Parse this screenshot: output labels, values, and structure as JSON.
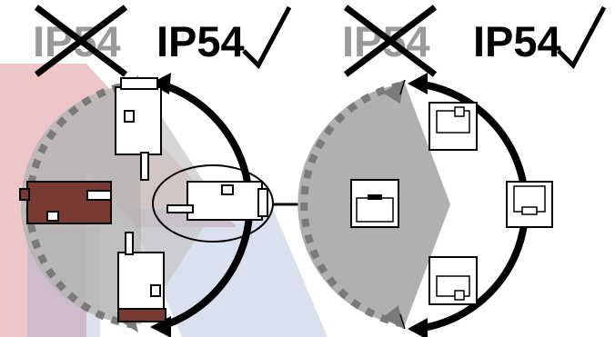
{
  "labels": {
    "left_rejected": "IP54",
    "left_accepted": "IP54",
    "right_rejected": "IP54",
    "right_accepted": "IP54"
  },
  "colors": {
    "ink": "#000000",
    "rejected_text": "#9a9a9a",
    "sector_gray": "#b8b8b8",
    "dashed_arc": "#7a7a7a",
    "watermark_red": "#c9414a",
    "watermark_blue": "#3a62a8",
    "device_brown": "#7a3a34",
    "device_white": "#ffffff"
  },
  "icons": {
    "rejected": "cross-mark-icon",
    "accepted": "check-mark-icon"
  }
}
